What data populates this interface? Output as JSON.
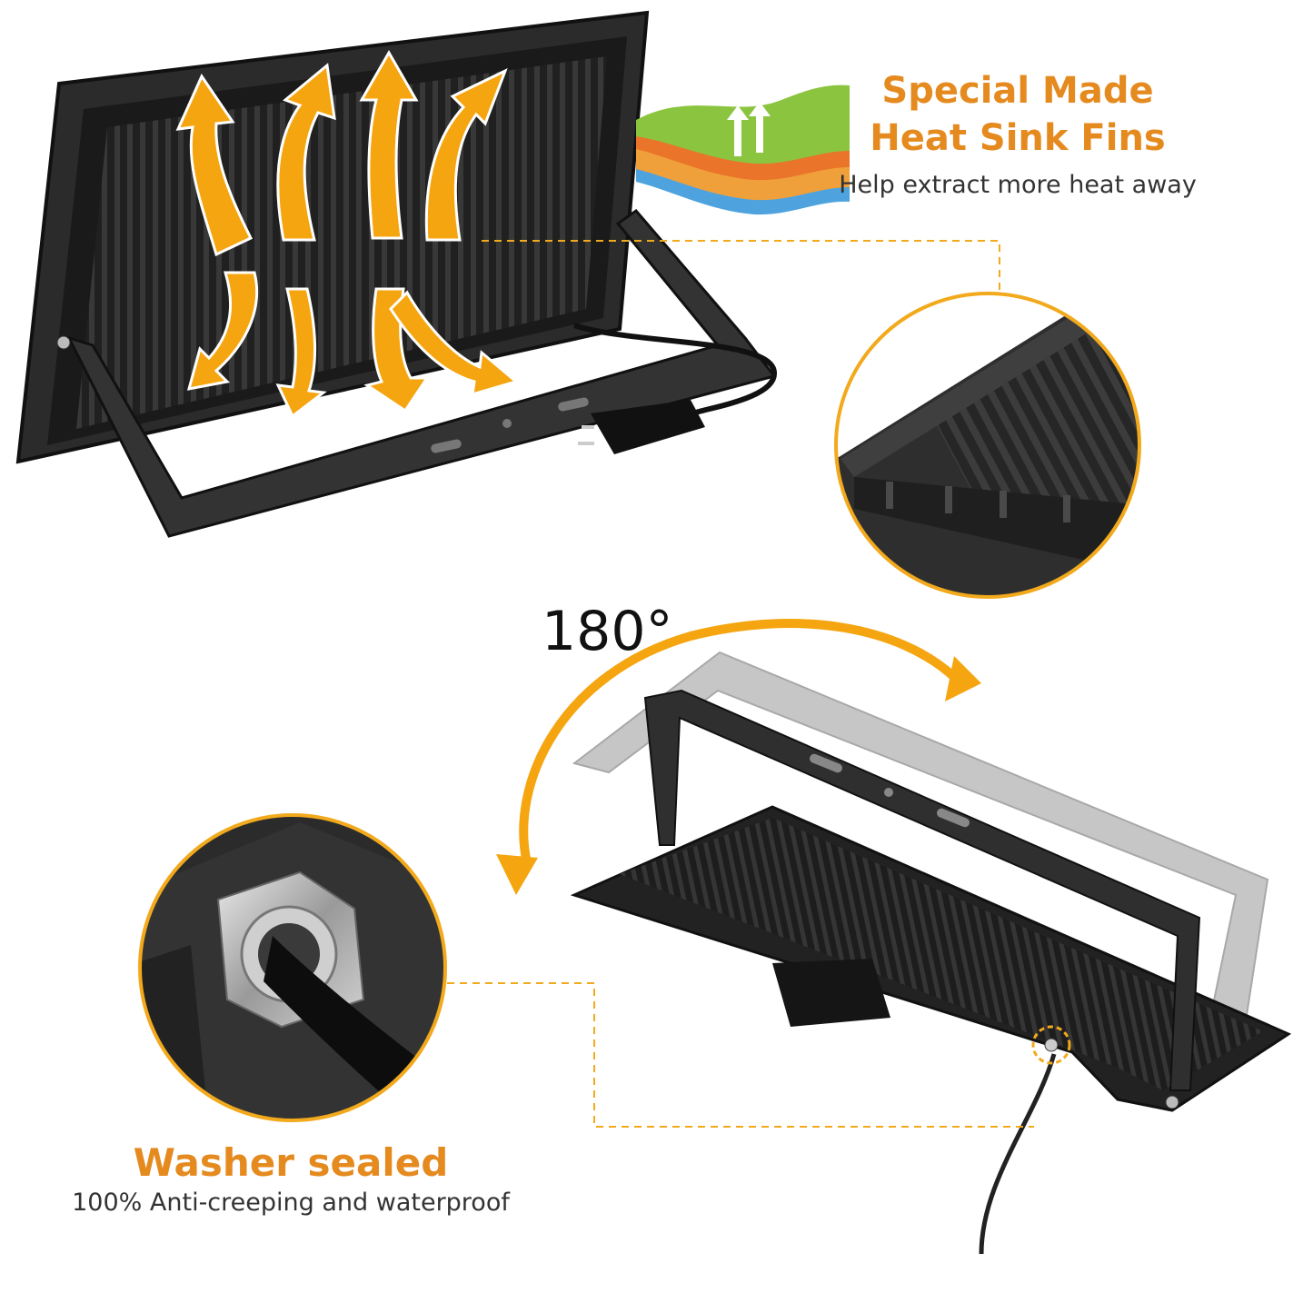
{
  "heat_sink": {
    "title_line1": "Special Made",
    "title_line2": "Heat Sink Fins",
    "subtitle": "Help extract more heat away"
  },
  "rotation": {
    "angle_label": "180°"
  },
  "washer": {
    "title": "Washer sealed",
    "subtitle": "100% Anti-creeping and waterproof"
  },
  "colors": {
    "accent_orange": "#f5a510",
    "heading_orange": "#e58a1f",
    "body_text": "#333333",
    "product_black": "#1c1c1c",
    "zoom_ring": "#f2a91c"
  }
}
